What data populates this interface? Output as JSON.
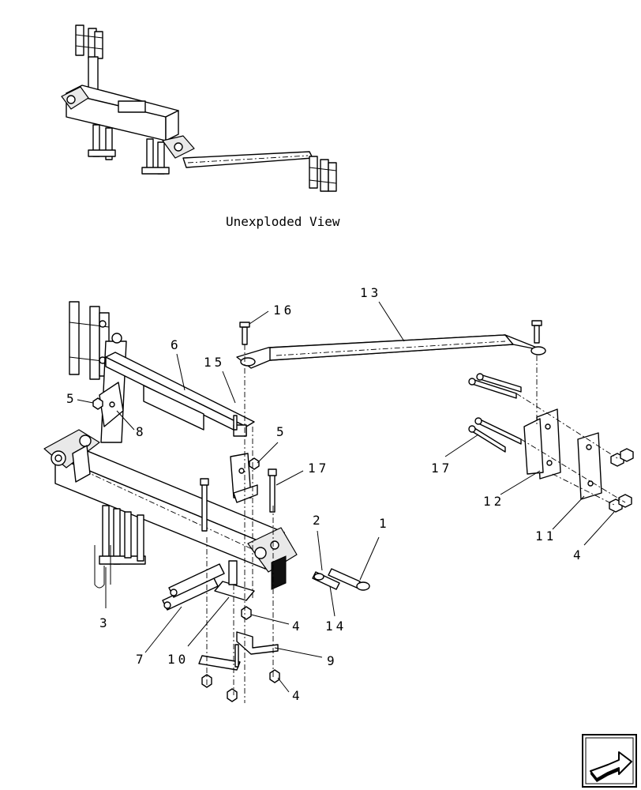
{
  "caption": "Unexploded View",
  "callouts": [
    "1",
    "2",
    "3",
    "4",
    "4",
    "4",
    "5",
    "5",
    "6",
    "7",
    "8",
    "9",
    "10",
    "11",
    "12",
    "13",
    "14",
    "15",
    "16",
    "17",
    "17"
  ],
  "nav_icon": "next-page-arrow-icon"
}
